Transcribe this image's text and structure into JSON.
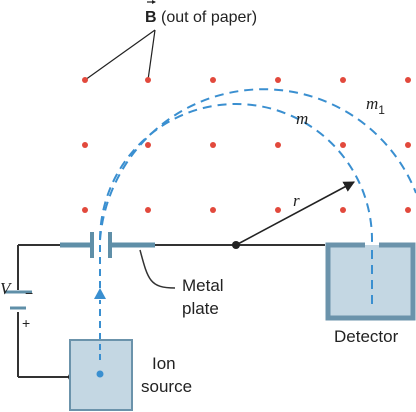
{
  "labels": {
    "b_symbol": "B",
    "b_desc": " (out of paper)",
    "m1_letter": "m",
    "m1_sub": "1",
    "m": "m",
    "r": "r",
    "v": "V",
    "minus": "−",
    "plus": "+",
    "metal_line1": "Metal",
    "metal_line2": "plate",
    "detector": "Detector",
    "ion_line1": "Ion",
    "ion_line2": "source"
  },
  "colors": {
    "field_dot": "#e2493c",
    "beam": "#3a8fd0",
    "wire": "#333333",
    "plate": "#5f8fa8",
    "box_fill": "#c4d7e3",
    "box_stroke": "#6b93ab"
  }
}
